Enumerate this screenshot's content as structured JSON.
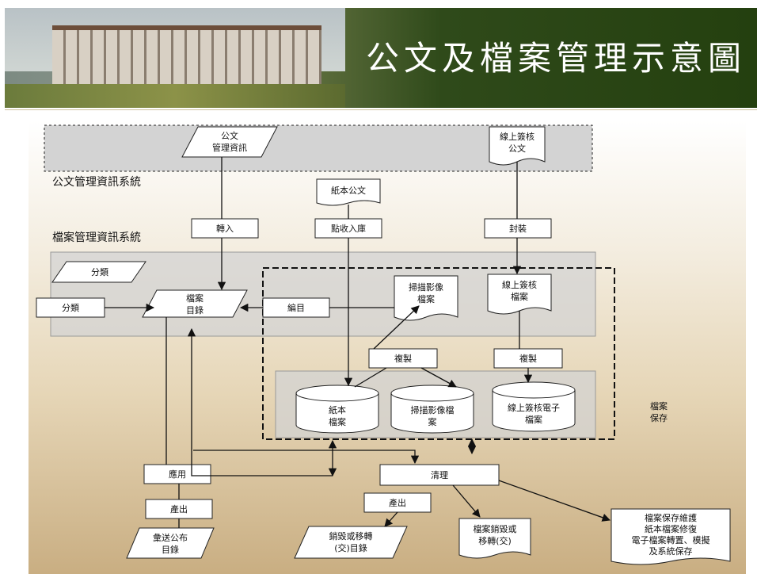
{
  "header": {
    "title": "公文及檔案管理示意圖"
  },
  "systems": {
    "doc_system": "公文管理資訊系統",
    "archive_system": "檔案管理資訊系統"
  },
  "nodes": {
    "doc_info": [
      "公文",
      "管理資訊"
    ],
    "online_sign_doc": [
      "線上簽核",
      "公文"
    ],
    "paper_doc": "紙本公文",
    "import": "轉入",
    "check_in": "點收入庫",
    "encapsulate": "封裝",
    "classify_top": "分類",
    "classify": "分類",
    "catalog": [
      "檔案",
      "目錄"
    ],
    "edit": "編目",
    "scan_file": [
      "掃描影像",
      "檔案"
    ],
    "online_sign_file": [
      "線上簽核",
      "檔案"
    ],
    "copy_left": "複製",
    "copy_right": "複製",
    "paper_archive": [
      "紙本",
      "檔案"
    ],
    "scan_archive": [
      "掃描影像檔",
      "案"
    ],
    "online_e_archive": [
      "線上簽核電子",
      "檔案"
    ],
    "archive_storage": [
      "檔案",
      "保存"
    ],
    "apply": "應用",
    "cleanup": "清理",
    "output_left": "產出",
    "output_mid": "產出",
    "collect_publish": [
      "彙送公布",
      "目錄"
    ],
    "destroy_catalog": [
      "銷毀或移轉",
      "(交)目錄"
    ],
    "destroy_transfer": [
      "檔案銷毀或",
      "移轉(交)"
    ],
    "maintenance": [
      "檔案保存維護",
      "紙本檔案修復",
      "電子檔案轉置、模擬",
      "及系統保存"
    ]
  }
}
